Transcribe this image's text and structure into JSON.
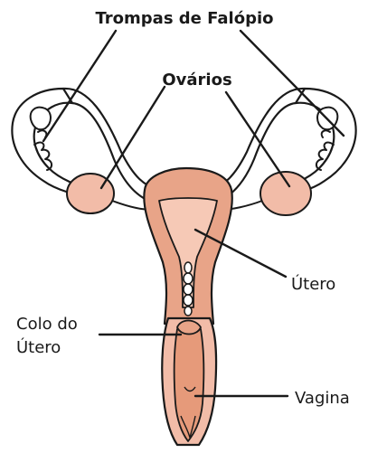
{
  "labels": {
    "fallopian_tubes": "Trompas de Falópio",
    "ovaries": "Ovários",
    "uterus": "Útero",
    "cervix_line1": "Colo do",
    "cervix_line2": "Útero",
    "vagina": "Vagina"
  },
  "colors": {
    "outline": "#1a1a1a",
    "pink": "#f0b49f",
    "uterus_pink": "#e8a488",
    "vagina_fill": "#e69a7a",
    "white": "#ffffff"
  }
}
